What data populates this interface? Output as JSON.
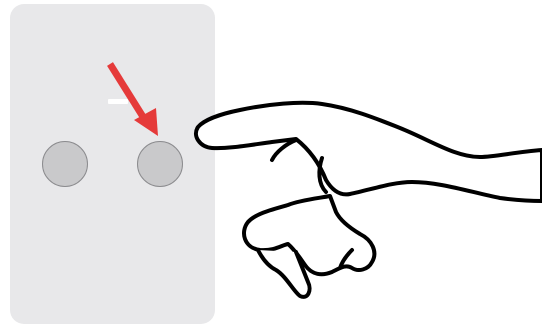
{
  "panel": {
    "background": "#e8e8ea",
    "indicator_color": "#ffffff"
  },
  "buttons": [
    {
      "id": "left",
      "state": "idle",
      "color": "#c9c9cb"
    },
    {
      "id": "right",
      "state": "targeted",
      "color": "#c9c9cb"
    }
  ],
  "arrow": {
    "color": "#e53a3a",
    "icon": "arrow-down-right-icon",
    "points_to": "right"
  },
  "hand": {
    "icon": "pointing-hand-icon",
    "stroke": "#000000",
    "fill": "#ffffff"
  }
}
